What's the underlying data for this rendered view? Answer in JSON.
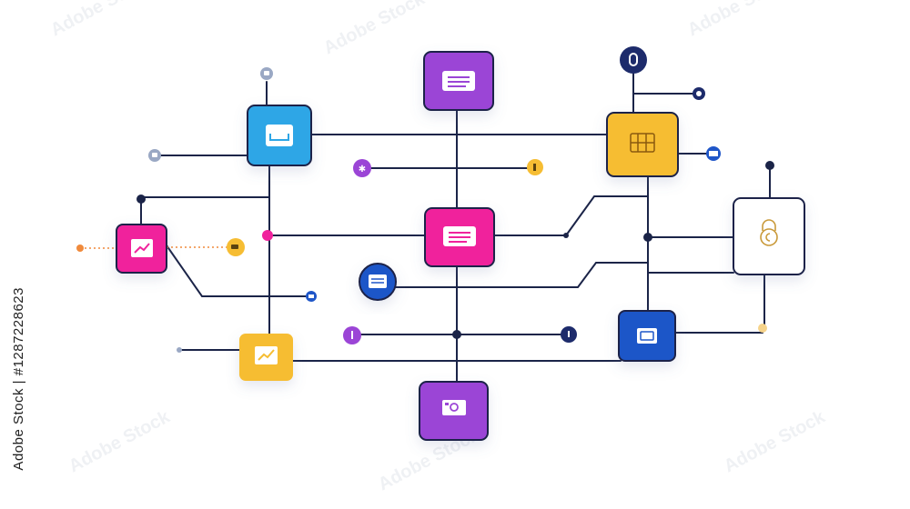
{
  "watermark": {
    "id_text": "Adobe Stock | #1287228623",
    "pattern_text": "Adobe Stock"
  },
  "colors": {
    "line": "#1b2448",
    "purple": "#9b45d6",
    "sky": "#2fa6e6",
    "amber": "#f6bd33",
    "magenta": "#f0229c",
    "royal": "#1f56c8",
    "navy": "#1d2b6b",
    "orange": "#f08a3c",
    "gray": "#9aa8c4",
    "white": "#ffffff"
  },
  "nodes": [
    {
      "name": "node-purple-top",
      "color": "purple",
      "icon": "document-lines-icon"
    },
    {
      "name": "node-sky-left",
      "color": "sky",
      "icon": "inbox-tray-icon"
    },
    {
      "name": "node-amber-right",
      "color": "amber",
      "icon": "calendar-grid-icon"
    },
    {
      "name": "node-magenta-center",
      "color": "magenta",
      "icon": "document-lines-icon"
    },
    {
      "name": "node-magenta-left",
      "color": "magenta",
      "icon": "chart-card-icon"
    },
    {
      "name": "node-white-lock",
      "color": "white",
      "icon": "padlock-icon"
    },
    {
      "name": "node-blue-circle",
      "color": "royal",
      "icon": "document-lines-icon"
    },
    {
      "name": "node-royal-right",
      "color": "royal",
      "icon": "screen-icon"
    },
    {
      "name": "node-amber-bottom-left",
      "color": "amber",
      "icon": "chart-card-icon"
    },
    {
      "name": "node-purple-bottom",
      "color": "purple",
      "icon": "camera-card-icon"
    }
  ]
}
